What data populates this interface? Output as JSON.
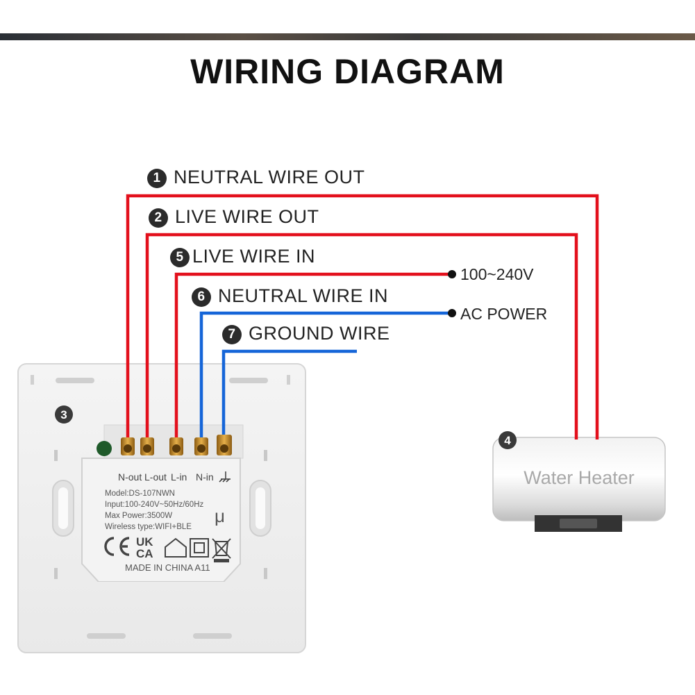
{
  "title": "WIRING DIAGRAM",
  "wires": [
    {
      "num": "1",
      "label": "NEUTRAL WIRE OUT",
      "color": "#e3101c"
    },
    {
      "num": "2",
      "label": "LIVE WIRE OUT",
      "color": "#e3101c"
    },
    {
      "num": "5",
      "label": "LIVE WIRE IN",
      "color": "#e3101c"
    },
    {
      "num": "6",
      "label": "NEUTRAL WIRE IN",
      "color": "#1565d8"
    },
    {
      "num": "7",
      "label": "GROUND WIRE",
      "color": "#1565d8"
    }
  ],
  "supply": {
    "voltage": "100~240V",
    "label": "AC POWER"
  },
  "switch": {
    "badge": "3",
    "terminals": [
      "N-out",
      "L-out",
      "L-in",
      "N-in"
    ],
    "ground_symbol": "ground-icon",
    "specs": [
      "Model:DS-107NWN",
      "Input:100-240V~50Hz/60Hz",
      "Max Power:3500W",
      "Wireless type:WIFI+BLE"
    ],
    "mu_mark": "μ",
    "made_in": "MADE IN CHINA A11",
    "marks": [
      "ce-mark",
      "ukca-mark",
      "indoor-use-icon",
      "class-ii-icon",
      "weee-bin-icon"
    ]
  },
  "heater": {
    "badge": "4",
    "label": "Water Heater"
  }
}
